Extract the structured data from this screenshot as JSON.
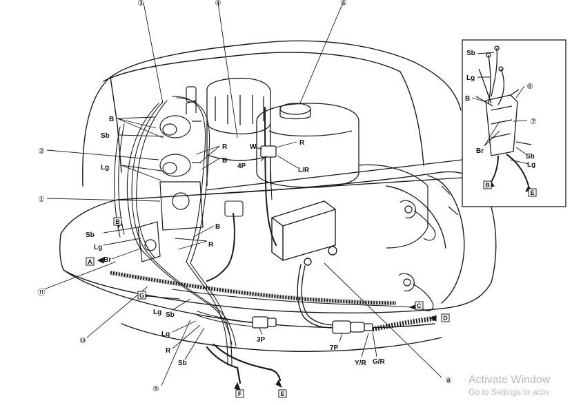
{
  "callouts": {
    "c1": "①",
    "c2": "②",
    "c3": "③",
    "c4": "④",
    "c5": "⑤",
    "c6": "⑥",
    "c7": "⑦",
    "c8": "⑧",
    "c9": "⑨",
    "c10": "⑩",
    "c11": "⑪"
  },
  "wire_colors": {
    "B": "B",
    "Sb": "Sb",
    "Lg": "Lg",
    "R": "R",
    "Br": "Br",
    "W": "W",
    "L_R": "L/R",
    "Y_R": "Y/R",
    "G_R": "G/R"
  },
  "connectors": {
    "p4": "4P",
    "p3": "3P",
    "p7": "7P"
  },
  "boxes": {
    "A": "A",
    "B": "B",
    "C": "C",
    "D": "D",
    "E": "E",
    "F": "F",
    "G": "G"
  },
  "watermark": {
    "title": "Activate Window",
    "subtitle": "Go to Settings to activ"
  }
}
